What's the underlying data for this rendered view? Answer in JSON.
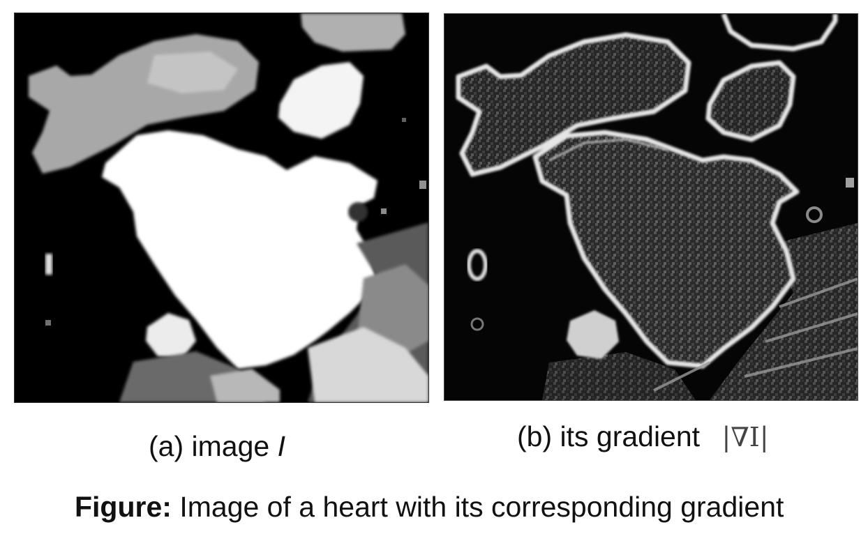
{
  "panel_a": {
    "caption_prefix": "(a) image",
    "caption_var": "I",
    "image_subject": "heart-ct-image"
  },
  "panel_b": {
    "caption_prefix": "(b) its gradient",
    "caption_math": "|∇I|",
    "image_subject": "heart-gradient-image"
  },
  "figure": {
    "label": "Figure:",
    "text": "Image of a heart with its corresponding gradient"
  }
}
